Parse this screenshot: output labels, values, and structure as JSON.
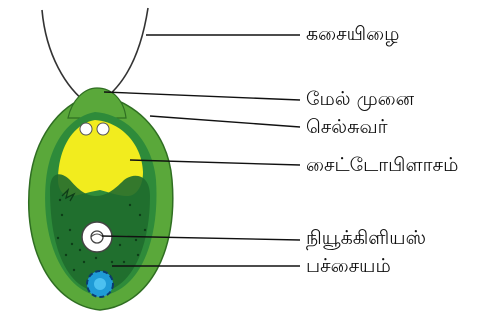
{
  "diagram": {
    "labels": {
      "flagella": "கசையிழை",
      "upper_tip": "மேல் முனை",
      "cell_wall": "செல்சுவர்",
      "cytoplasm": "சைட்டோபிளாசம்",
      "nucleus": "நியூக்கிளியஸ்",
      "chloroplast": "பச்சையம்"
    },
    "colors": {
      "cell_wall": "#5aa83a",
      "cytoplasm": "#f2ec1e",
      "chloroplast": "#2e8b3a",
      "nucleus": "#ffffff",
      "pyrenoid": "#1f9bd6",
      "leader_line": "#111111"
    }
  }
}
